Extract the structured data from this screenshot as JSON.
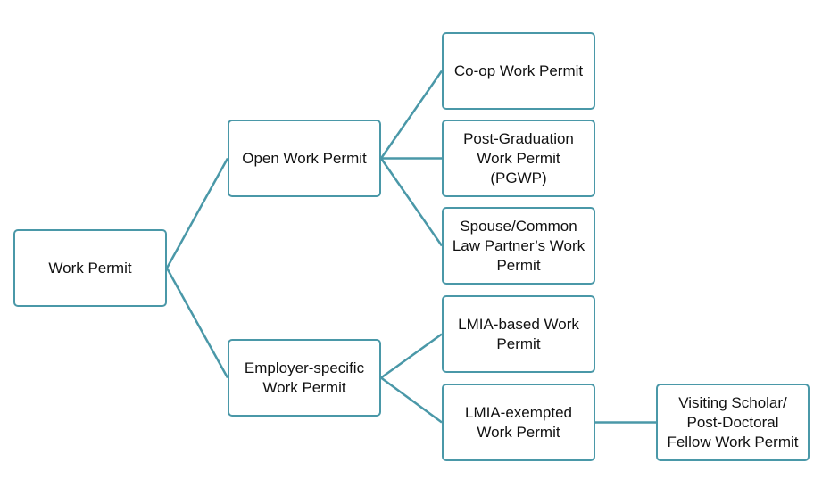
{
  "diagram": {
    "nodes": {
      "work_permit": "Work Permit",
      "open": "Open Work Permit",
      "employer": "Employer-specific\nWork Permit",
      "coop": "Co-op Work Permit",
      "pgwp": "Post-Graduation\nWork Permit\n(PGWP)",
      "spouse": "Spouse/Common\nLaw Partner’s Work\nPermit",
      "lmia_based": "LMIA-based Work\nPermit",
      "lmia_exempt": "LMIA-exempted\nWork Permit",
      "visiting": "Visiting Scholar/\nPost-Doctoral\nFellow Work Permit"
    },
    "edges": [
      [
        "work_permit",
        "open"
      ],
      [
        "work_permit",
        "employer"
      ],
      [
        "open",
        "coop"
      ],
      [
        "open",
        "pgwp"
      ],
      [
        "open",
        "spouse"
      ],
      [
        "employer",
        "lmia_based"
      ],
      [
        "employer",
        "lmia_exempt"
      ],
      [
        "lmia_exempt",
        "visiting"
      ]
    ],
    "colors": {
      "border": "#4a98a8",
      "connector": "#4a98a8",
      "text": "#111111"
    }
  }
}
